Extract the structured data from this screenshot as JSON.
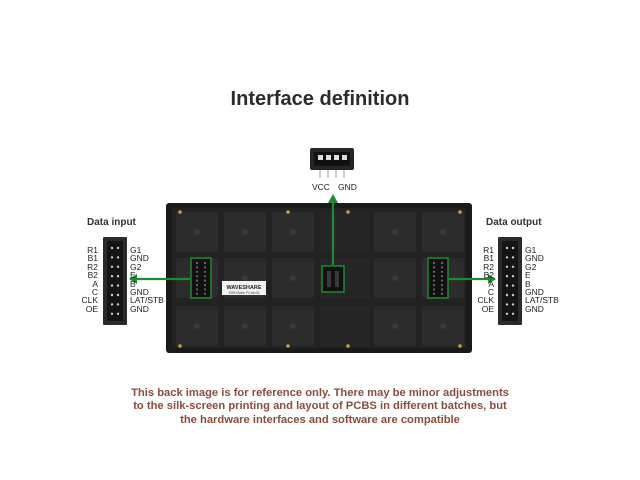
{
  "title": "Interface definition",
  "data_input": {
    "label": "Data input",
    "left_pins": [
      "R1",
      "B1",
      "R2",
      "B2",
      "A",
      "C",
      "CLK",
      "OE"
    ],
    "right_pins": [
      "G1",
      "GND",
      "G2",
      "E",
      "B",
      "GND",
      "LAT/STB",
      "GND"
    ]
  },
  "data_output": {
    "label": "Data output",
    "left_pins": [
      "R1",
      "B1",
      "R2",
      "B2",
      "A",
      "C",
      "CLK",
      "OE"
    ],
    "right_pins": [
      "G1",
      "GND",
      "G2",
      "E",
      "B",
      "GND",
      "LAT/STB",
      "GND"
    ]
  },
  "power": {
    "vcc": "VCC",
    "gnd": "GND"
  },
  "board": {
    "brand": "WAVESHARE",
    "model": "RGB Matrix P4 64x32"
  },
  "note": [
    "This back image is for reference only. There may be minor adjustments",
    "to the silk-screen printing and layout of PCBS in different batches, but",
    "the hardware interfaces and software are compatible"
  ],
  "colors": {
    "accent": "#1f8a2e",
    "note": "#8a4d3d",
    "panel": "#1d1d1d"
  }
}
